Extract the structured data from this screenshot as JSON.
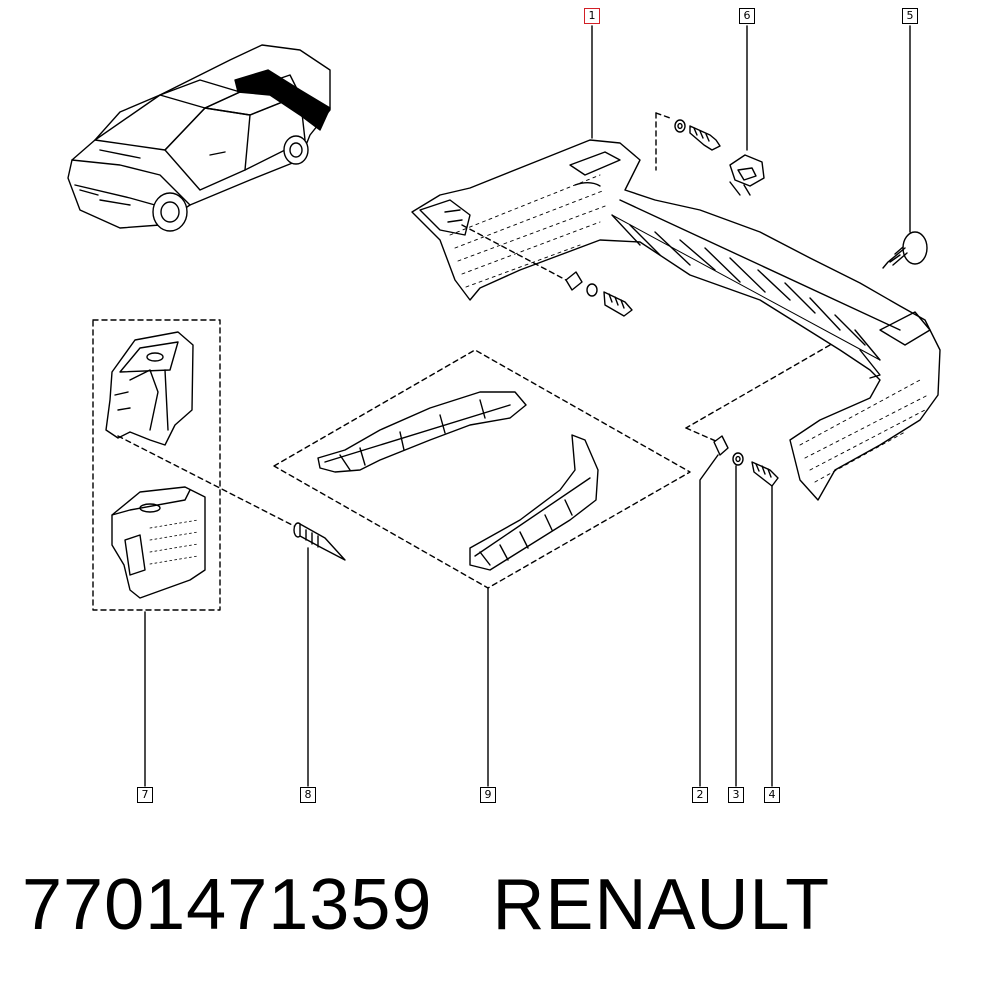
{
  "callouts": [
    {
      "label": "1",
      "active": true
    },
    {
      "label": "6"
    },
    {
      "label": "5"
    },
    {
      "label": "7"
    },
    {
      "label": "8"
    },
    {
      "label": "9"
    },
    {
      "label": "2"
    },
    {
      "label": "3"
    },
    {
      "label": "4"
    }
  ],
  "footer": {
    "part_number": "7701471359",
    "brand": "RENAULT"
  },
  "colors": {
    "highlight": "#d21f26",
    "ink": "#000000"
  }
}
